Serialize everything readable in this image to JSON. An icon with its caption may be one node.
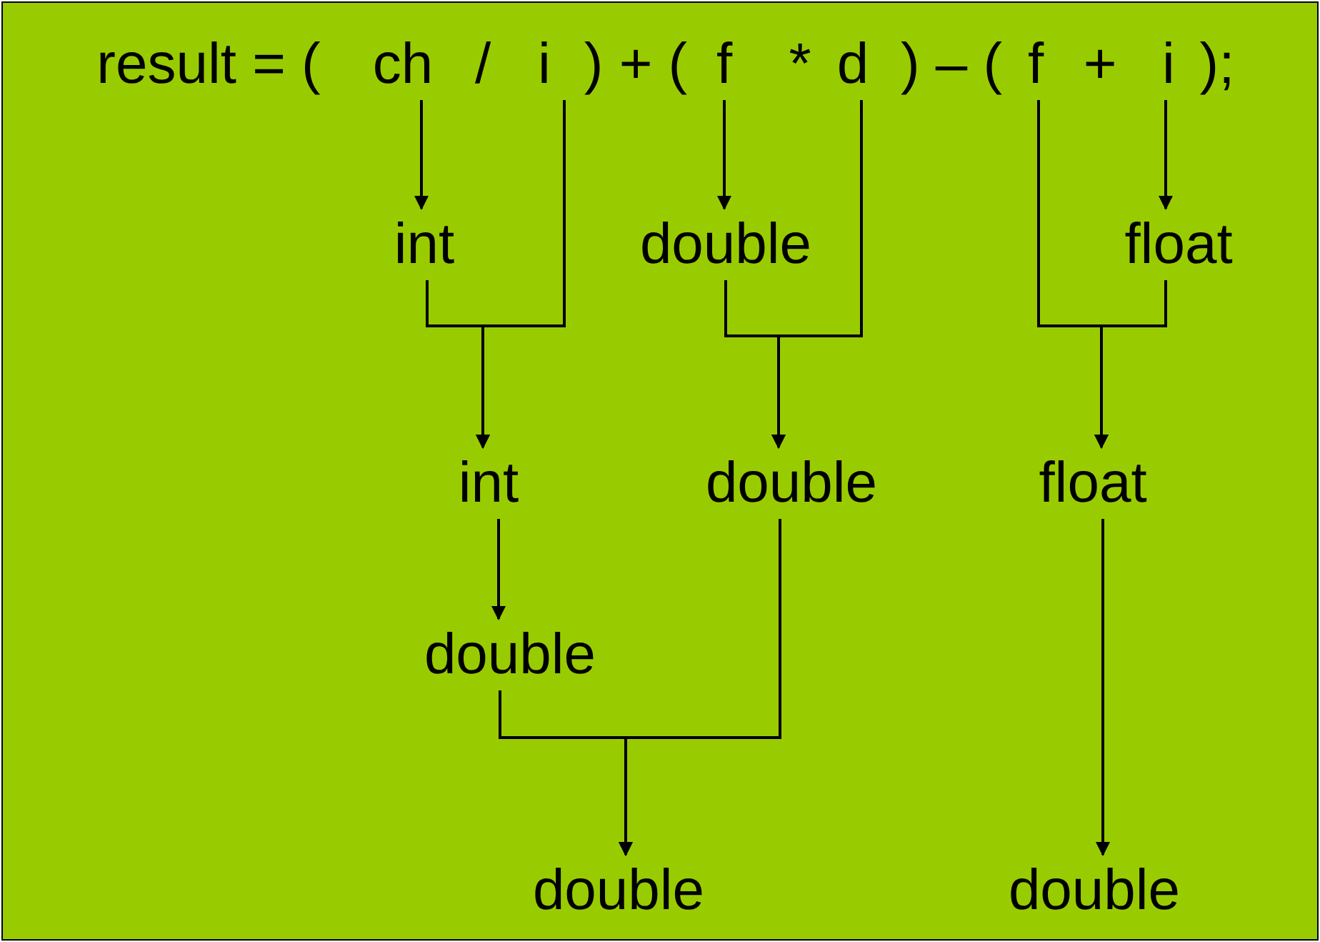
{
  "diagram": {
    "nodes": [
      {
        "text": [
          "ch"
        ]
      },
      {
        "text": [
          "i"
        ]
      },
      {
        "text": [
          "f"
        ]
      },
      {
        "text": [
          "d"
        ]
      },
      {
        "text": [
          "f"
        ]
      },
      {
        "text": [
          "i"
        ]
      },
      {
        "text": [
          "int"
        ]
      },
      {
        "text": [
          "double"
        ]
      },
      {
        "text": [
          "float"
        ]
      },
      {
        "text": [
          "int"
        ]
      },
      {
        "text": [
          "double"
        ]
      },
      {
        "text": [
          "float"
        ]
      },
      {
        "text": [
          "double"
        ]
      },
      {
        "text": [
          "double"
        ]
      },
      {
        "text": [
          "double"
        ]
      }
    ],
    "edges": [
      {
        "from": 0,
        "to": 6,
        "arrow": "to"
      },
      {
        "from": 2,
        "to": 7,
        "arrow": "to"
      },
      {
        "from": 5,
        "to": 8,
        "arrow": "to"
      },
      {
        "from": 6,
        "to": 9,
        "arrow": "to"
      },
      {
        "from": 1,
        "to": 9,
        "arrow": "to"
      },
      {
        "from": 7,
        "to": 10,
        "arrow": "to"
      },
      {
        "from": 3,
        "to": 10,
        "arrow": "to"
      },
      {
        "from": 4,
        "to": 11,
        "arrow": "to"
      },
      {
        "from": 8,
        "to": 11,
        "arrow": "to"
      },
      {
        "from": 9,
        "to": 12,
        "arrow": "to"
      },
      {
        "from": 12,
        "to": 13,
        "arrow": "to"
      },
      {
        "from": 10,
        "to": 13,
        "arrow": "to"
      },
      {
        "from": 11,
        "to": 14,
        "arrow": "to"
      }
    ],
    "labels": [
      "result = (",
      "/",
      ") + (",
      "*",
      ") – (",
      "+",
      ");"
    ]
  }
}
